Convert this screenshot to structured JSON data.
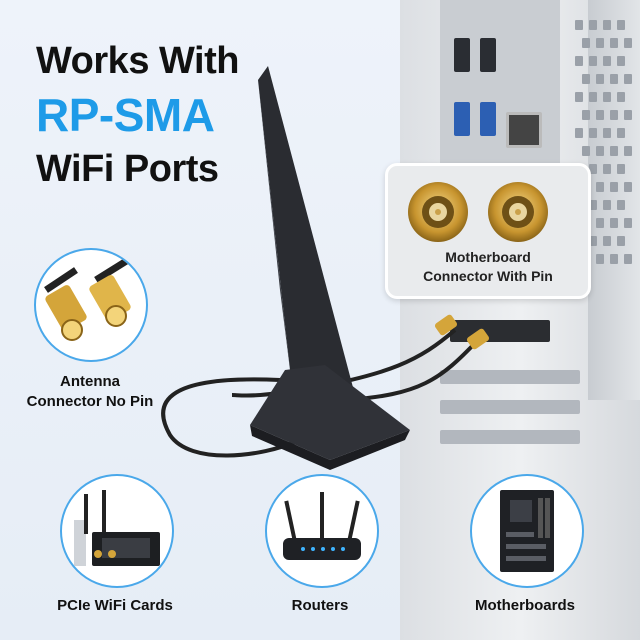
{
  "headline": {
    "line1": "Works With",
    "line2": "RP-SMA",
    "line3": "WiFi Ports"
  },
  "callout": {
    "label": "Motherboard\nConnector With Pin"
  },
  "features": {
    "antenna_connector": "Antenna\nConnector No Pin",
    "pcie_cards": "PCIe WiFi Cards",
    "routers": "Routers",
    "motherboards": "Motherboards"
  },
  "colors": {
    "accent": "#1e9be8",
    "circle_border": "#4aa8ea",
    "gold": "#d4a53a",
    "antenna": "#2a2c31"
  }
}
